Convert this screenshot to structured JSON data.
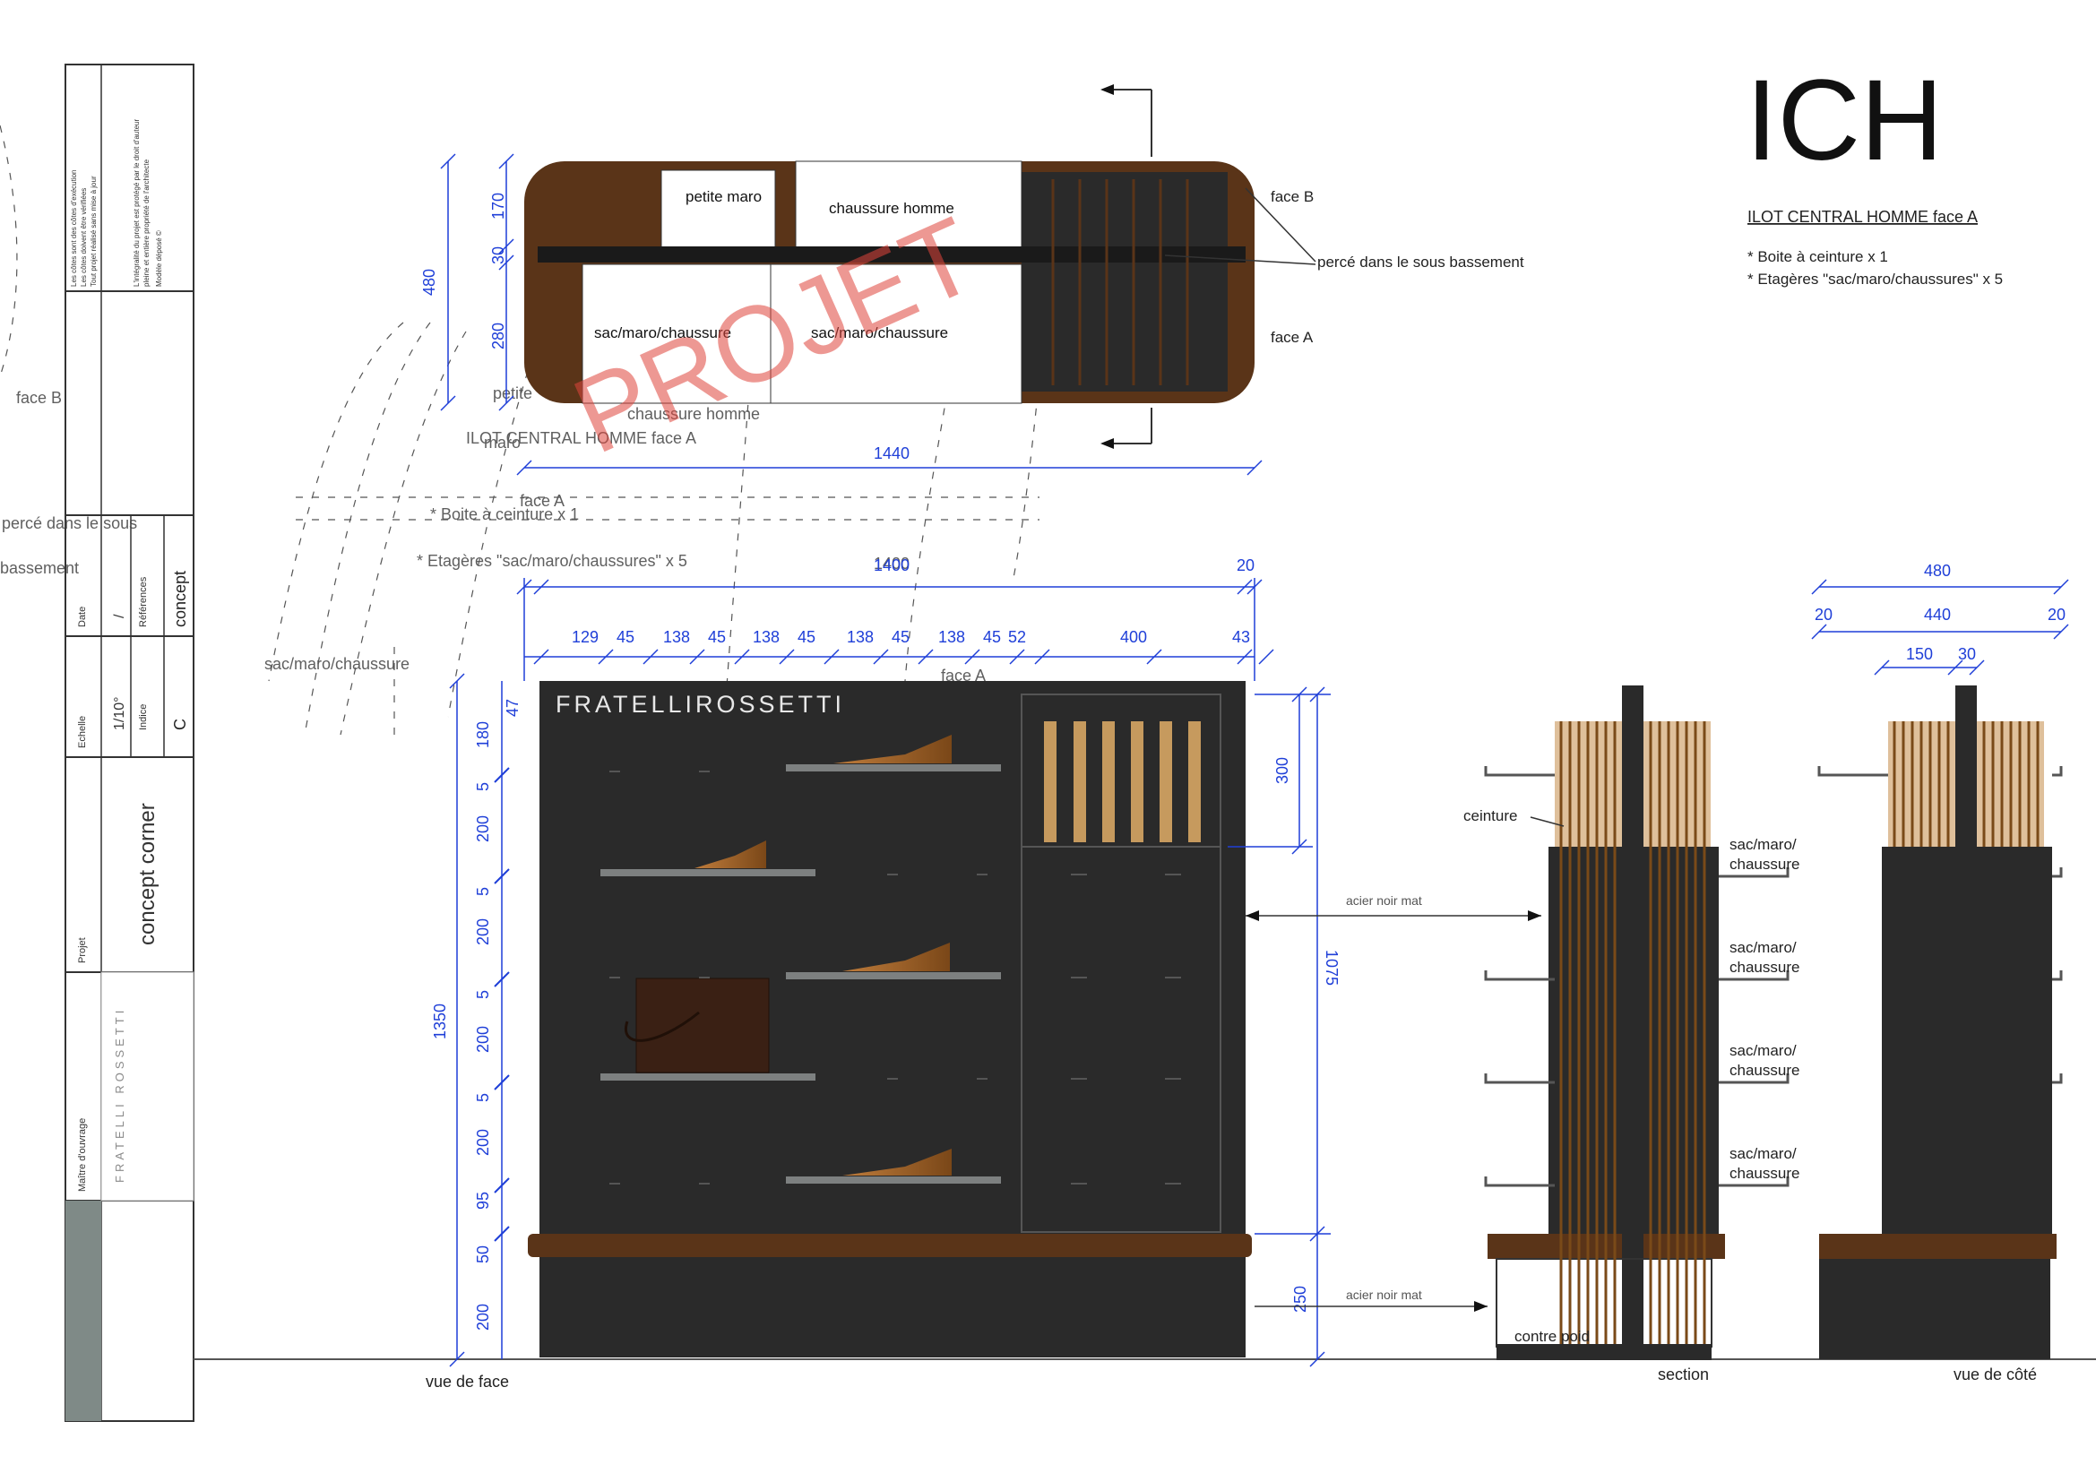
{
  "title_block": {
    "notes_1": "Les côtes sont des côtes d'exécution",
    "notes_2": "Les côtes doivent être vérifiées",
    "notes_3": "Tout projet réalisé sans mise à jour",
    "notes_4": "L'intégralité du projet est protégé par le droit d'auteur",
    "notes_5": "pleine et entière propriété de l'architecte",
    "notes_6": "Modèle déposé ©",
    "date_label": "Date",
    "date_value": "/",
    "references_label": "Références",
    "references_value": "concept",
    "echelle_label": "Echelle",
    "echelle_value": "1/10°",
    "indice_label": "Indice",
    "indice_value": "C",
    "projet_label": "Projet",
    "projet_value": "concept corner",
    "maitre_label": "Maître d'ouvrage",
    "maitre_logo_text": "FRATELLI ROSSETTI"
  },
  "header": {
    "code": "ICH",
    "subtitle": "ILOT CENTRAL HOMME face A",
    "items": [
      "* Boite à ceinture x 1",
      "* Etagères \"sac/maro/chaussures\" x 5"
    ]
  },
  "watermark": "PROJET",
  "plan_view": {
    "face_b": "face B",
    "face_a": "face A",
    "perce": "percé dans le sous bassement",
    "petite_maro": "petite maro",
    "chaussure_homme": "chaussure homme",
    "sac_maro_1": "sac/maro/chaussure",
    "sac_maro_2": "sac/maro/chaussure",
    "dims": {
      "h_total": "480",
      "h_top": "170",
      "h_mid": "30",
      "h_bot": "280",
      "w_total": "1440"
    }
  },
  "ghost_text": {
    "g1": "face B",
    "g2": "percé dans le sous",
    "g3": "bassement",
    "g4": "face A",
    "g5": "* Boite à ceinture x 1",
    "g6": "* Etagères \"sac/maro/chaussures\" x 5",
    "g7": "ILOT CENTRAL HOMME face A",
    "g8": "petite",
    "g9": "maro",
    "g10": "chaussure homme",
    "g11": "sac/maro/chaussure",
    "g12": "1400",
    "g13": "face A"
  },
  "front_view": {
    "brand": "FRATELLIROSSETTI",
    "caption": "vue de face",
    "top_dims": [
      "129",
      "45",
      "138",
      "45",
      "138",
      "45",
      "138",
      "45",
      "138",
      "45",
      "52",
      "400",
      "43"
    ],
    "overall_1440": "1440",
    "overall_1400": "1400",
    "overall_20": "20",
    "left_dims": [
      "47",
      "180",
      "5",
      "200",
      "5",
      "200",
      "5",
      "200",
      "5",
      "200",
      "95",
      "5",
      "50",
      "200"
    ],
    "total_height": "1350",
    "right_300": "300",
    "right_1075": "1075",
    "right_250": "250",
    "acier_1": "acier noir mat",
    "acier_2": "acier noir mat"
  },
  "section_view": {
    "caption": "section",
    "ceinture": "ceinture",
    "shelf_label_a": "sac/maro/",
    "shelf_label_b": "chaussure",
    "contre_poid": "contre poid"
  },
  "side_view": {
    "caption": "vue de côté",
    "dim_480": "480",
    "dim_20a": "20",
    "dim_440": "440",
    "dim_20b": "20",
    "dim_150": "150",
    "dim_30": "30"
  },
  "colors": {
    "cabinet": "#2a2a2a",
    "wood": "#5a3418",
    "dim_blue": "#1f3fd8",
    "watermark": "#e0453c",
    "leather": "#a86a2c"
  }
}
